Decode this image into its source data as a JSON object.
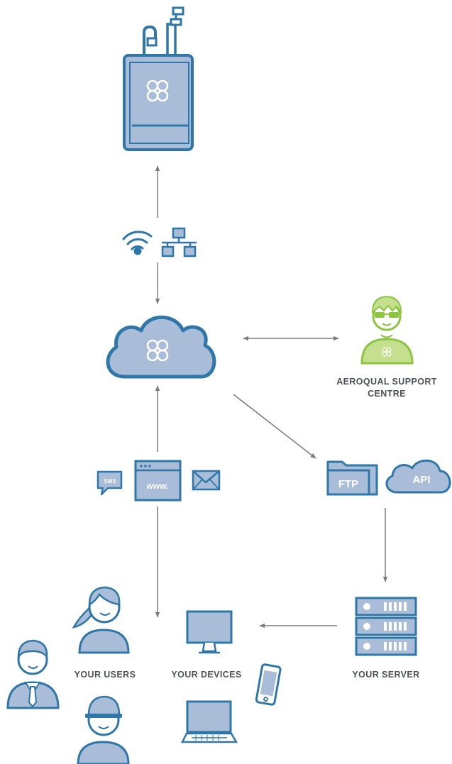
{
  "labels": {
    "support_line1": "AEROQUAL SUPPORT",
    "support_line2": "CENTRE",
    "users": "YOUR USERS",
    "devices": "YOUR DEVICES",
    "server": "YOUR SERVER"
  },
  "icon_text": {
    "sms": "SMS",
    "www": "www.",
    "ftp": "FTP",
    "api": "API"
  },
  "icons": {
    "monitor": "air-quality-monitor-icon",
    "wifi": "wifi-icon",
    "network": "network-icon",
    "cloud": "aeroqual-cloud-icon",
    "support": "support-person-icon",
    "sms": "sms-icon",
    "web": "web-browser-icon",
    "email": "email-icon",
    "ftp": "ftp-folder-icon",
    "api": "api-cloud-icon",
    "server": "server-rack-icon",
    "users": "user-person-icon",
    "devices": "device-icon"
  },
  "colors": {
    "primary": "#2e77a8",
    "fill": "#a9bcd8",
    "support": "#8dc540",
    "support_fill": "#c4e08e",
    "arrow": "#7a7a7a",
    "text": "#4d5157"
  }
}
